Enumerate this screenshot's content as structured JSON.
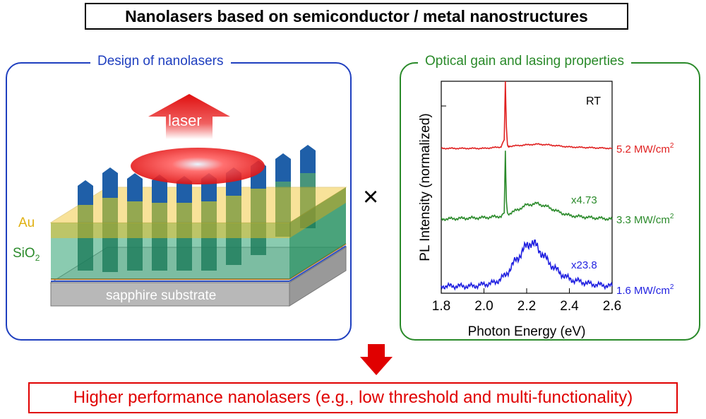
{
  "title": "Nanolasers based on semiconductor / metal nanostructures",
  "left_panel": {
    "title": "Design of nanolasers",
    "laser_label": "laser",
    "au_label": "Au",
    "sio2_label": "SiO",
    "sio2_sub": "2",
    "substrate_label": "sapphire substrate",
    "colors": {
      "au": "#f0c020",
      "sio2": "#2aa070",
      "rods": "#1f5fa8",
      "laser": "#e02020",
      "frame": "#1f3fbf"
    }
  },
  "operator": "×",
  "right_panel": {
    "title": "Optical gain and lasing properties",
    "colors": {
      "frame": "#2a8a2a"
    }
  },
  "bottom_text": "Higher performance nanolasers (e.g., low threshold and multi-functionality)",
  "chart_data": {
    "type": "line",
    "xlabel": "Photon Energy (eV)",
    "ylabel": "PL Intensity (normalized)",
    "xlim": [
      1.8,
      2.6
    ],
    "xticks": [
      "1.8",
      "2.0",
      "2.2",
      "2.4",
      "2.6"
    ],
    "corner_label": "RT",
    "series": [
      {
        "name": "5.2 MW/cm",
        "sup": "2",
        "color": "#e02020",
        "offset": 2.0,
        "multiplier": "",
        "x": [
          1.8,
          2.0,
          2.08,
          2.095,
          2.1,
          2.105,
          2.11,
          2.115,
          2.12,
          2.2,
          2.25,
          2.3,
          2.4,
          2.5,
          2.6
        ],
        "y": [
          0.0,
          0.0,
          0.02,
          0.12,
          0.95,
          0.3,
          0.05,
          0.02,
          0.03,
          0.05,
          0.06,
          0.05,
          0.02,
          0.01,
          0.0
        ]
      },
      {
        "name": "3.3 MW/cm",
        "sup": "2",
        "color": "#2a8a2a",
        "offset": 1.0,
        "multiplier": "x4.73",
        "x": [
          1.8,
          2.0,
          2.08,
          2.095,
          2.1,
          2.105,
          2.11,
          2.12,
          2.15,
          2.2,
          2.25,
          2.3,
          2.35,
          2.4,
          2.5,
          2.6
        ],
        "y": [
          0.0,
          0.02,
          0.04,
          0.1,
          0.95,
          0.25,
          0.08,
          0.08,
          0.12,
          0.2,
          0.22,
          0.17,
          0.1,
          0.05,
          0.02,
          0.0
        ]
      },
      {
        "name": "1.6 MW/cm",
        "sup": "2",
        "color": "#1f1fe0",
        "offset": 0.0,
        "multiplier": "x23.8",
        "x": [
          1.8,
          1.95,
          2.05,
          2.1,
          2.15,
          2.2,
          2.22,
          2.25,
          2.3,
          2.35,
          2.4,
          2.5,
          2.6
        ],
        "y": [
          0.05,
          0.05,
          0.1,
          0.2,
          0.42,
          0.62,
          0.68,
          0.6,
          0.4,
          0.25,
          0.15,
          0.08,
          0.05
        ]
      }
    ]
  }
}
